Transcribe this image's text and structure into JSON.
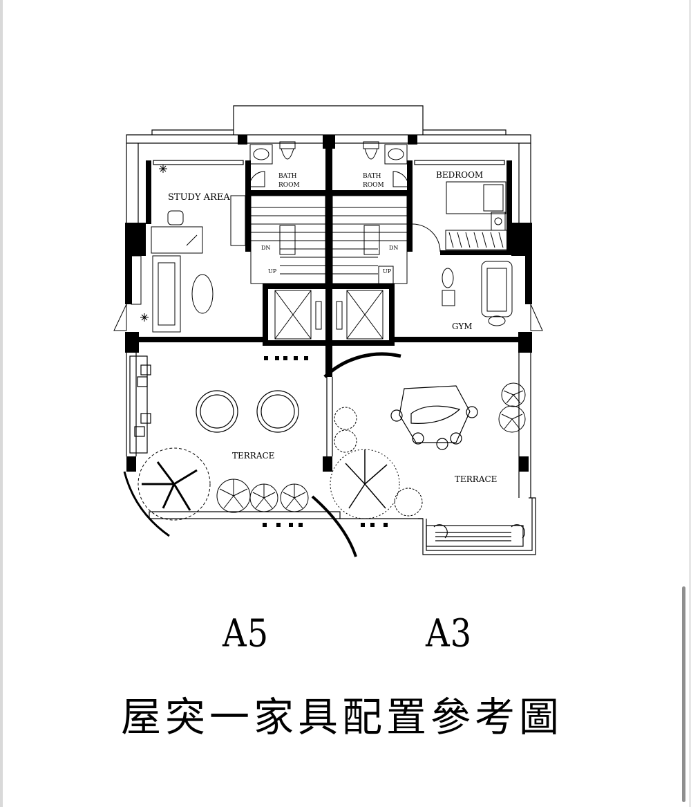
{
  "plan": {
    "rooms": {
      "study_area": "STUDY AREA",
      "bath_room_left_1": "BATH",
      "bath_room_left_2": "ROOM",
      "bath_room_right_1": "BATH",
      "bath_room_right_2": "ROOM",
      "bedroom": "BEDROOM",
      "gym": "GYM",
      "terrace_left": "TERRACE",
      "terrace_right": "TERRACE"
    },
    "stairs": {
      "dn_left": "DN",
      "up_left": "UP",
      "dn_right": "DN",
      "up_right": "UP"
    }
  },
  "units": {
    "a5": "A5",
    "a3": "A3"
  },
  "caption": "屋突一家具配置參考圖"
}
